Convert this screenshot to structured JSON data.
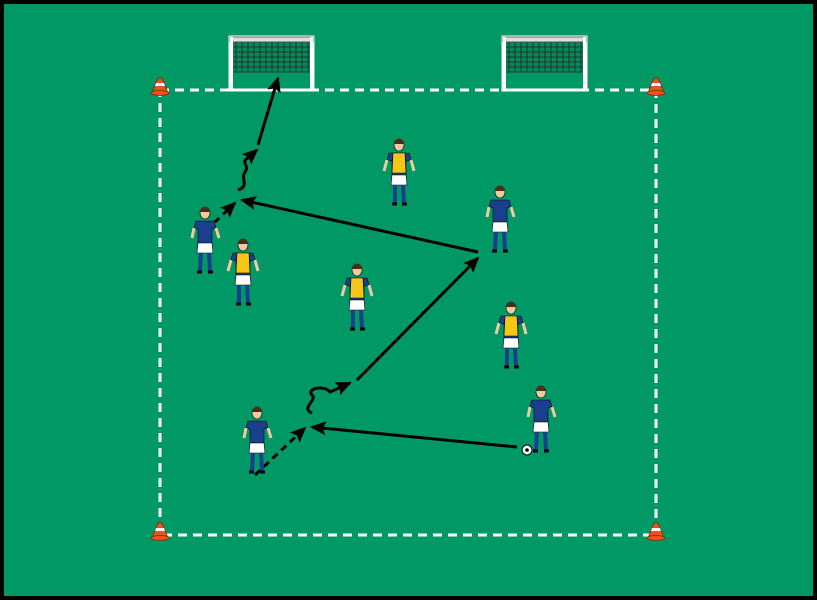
{
  "colors": {
    "pitch": "#009966",
    "border": "#000000",
    "boundary_line": "#ffffff",
    "cone": "#e8541c",
    "attacker_shirt": "#1a3f8f",
    "defender_bib": "#f5c518",
    "arrow": "#000000"
  },
  "teams": {
    "attackers_count": 4,
    "defenders_count": 4
  },
  "goals_count": 2
}
